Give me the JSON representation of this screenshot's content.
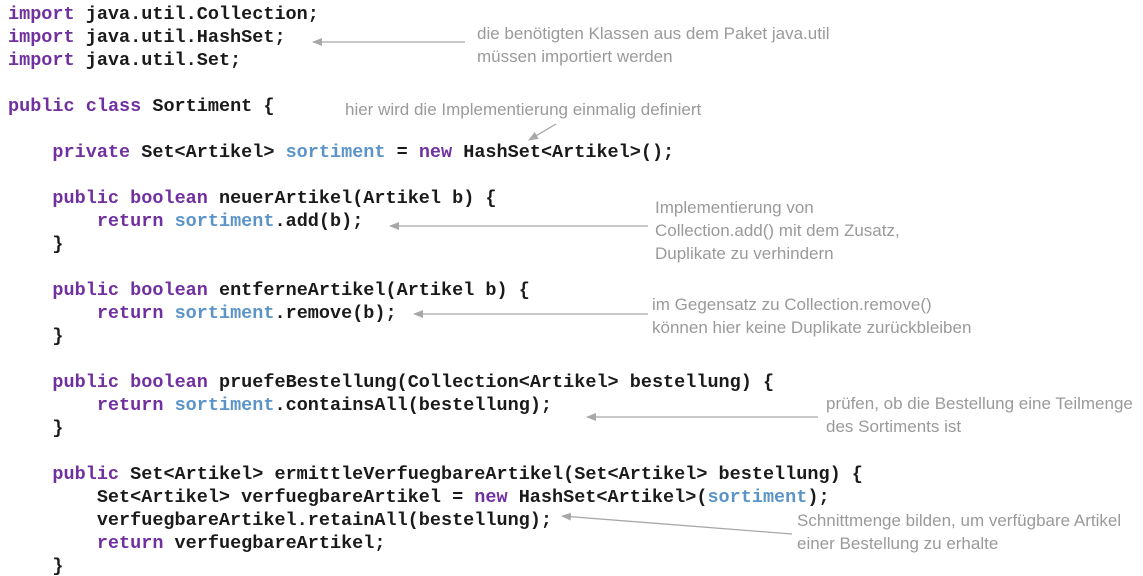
{
  "colors": {
    "keyword": "#7030A0",
    "field": "#5B94C8",
    "code": "#1a1a1a",
    "annotation": "#9a9a9a",
    "arrow": "#a8a8a8"
  },
  "code": {
    "language": "java",
    "lines": [
      [
        [
          "k",
          "import"
        ],
        [
          "p",
          " java.util.Collection;"
        ]
      ],
      [
        [
          "k",
          "import"
        ],
        [
          "p",
          " java.util.HashSet;"
        ]
      ],
      [
        [
          "k",
          "import"
        ],
        [
          "p",
          " java.util.Set;"
        ]
      ],
      [],
      [
        [
          "k",
          "public"
        ],
        [
          "p",
          " "
        ],
        [
          "k",
          "class"
        ],
        [
          "p",
          " Sortiment {"
        ]
      ],
      [],
      [
        [
          "p",
          "    "
        ],
        [
          "k",
          "private"
        ],
        [
          "p",
          " Set<Artikel> "
        ],
        [
          "f",
          "sortiment"
        ],
        [
          "p",
          " = "
        ],
        [
          "k",
          "new"
        ],
        [
          "p",
          " HashSet<Artikel>();"
        ]
      ],
      [],
      [
        [
          "p",
          "    "
        ],
        [
          "k",
          "public"
        ],
        [
          "p",
          " "
        ],
        [
          "k",
          "boolean"
        ],
        [
          "p",
          " neuerArtikel(Artikel b) {"
        ]
      ],
      [
        [
          "p",
          "        "
        ],
        [
          "k",
          "return"
        ],
        [
          "p",
          " "
        ],
        [
          "f",
          "sortiment"
        ],
        [
          "p",
          ".add(b);"
        ]
      ],
      [
        [
          "p",
          "    }"
        ]
      ],
      [],
      [
        [
          "p",
          "    "
        ],
        [
          "k",
          "public"
        ],
        [
          "p",
          " "
        ],
        [
          "k",
          "boolean"
        ],
        [
          "p",
          " entferneArtikel(Artikel b) {"
        ]
      ],
      [
        [
          "p",
          "        "
        ],
        [
          "k",
          "return"
        ],
        [
          "p",
          " "
        ],
        [
          "f",
          "sortiment"
        ],
        [
          "p",
          ".remove(b);"
        ]
      ],
      [
        [
          "p",
          "    }"
        ]
      ],
      [],
      [
        [
          "p",
          "    "
        ],
        [
          "k",
          "public"
        ],
        [
          "p",
          " "
        ],
        [
          "k",
          "boolean"
        ],
        [
          "p",
          " pruefeBestellung(Collection<Artikel> bestellung) {"
        ]
      ],
      [
        [
          "p",
          "        "
        ],
        [
          "k",
          "return"
        ],
        [
          "p",
          " "
        ],
        [
          "f",
          "sortiment"
        ],
        [
          "p",
          ".containsAll(bestellung);"
        ]
      ],
      [
        [
          "p",
          "    }"
        ]
      ],
      [],
      [
        [
          "p",
          "    "
        ],
        [
          "k",
          "public"
        ],
        [
          "p",
          " Set<Artikel> ermittleVerfuegbareArtikel(Set<Artikel> bestellung) {"
        ]
      ],
      [
        [
          "p",
          "        Set<Artikel> verfuegbareArtikel = "
        ],
        [
          "k",
          "new"
        ],
        [
          "p",
          " HashSet<Artikel>("
        ],
        [
          "f",
          "sortiment"
        ],
        [
          "p",
          ");"
        ]
      ],
      [
        [
          "p",
          "        verfuegbareArtikel.retainAll(bestellung);"
        ]
      ],
      [
        [
          "p",
          "        "
        ],
        [
          "k",
          "return"
        ],
        [
          "p",
          " verfuegbareArtikel;"
        ]
      ],
      [
        [
          "p",
          "    }"
        ]
      ]
    ]
  },
  "annotations": [
    {
      "text": "die benötigten Klassen aus dem Paket java.util\nmüssen importiert werden"
    },
    {
      "text": "hier wird die Implementierung einmalig definiert"
    },
    {
      "text": "Implementierung von\nCollection.add() mit dem Zusatz,\nDuplikate zu verhindern"
    },
    {
      "text": "im Gegensatz zu Collection.remove()\nkönnen hier keine Duplikate zurückbleiben"
    },
    {
      "text": "prüfen, ob die Bestellung eine Teilmenge\ndes Sortiments ist"
    },
    {
      "text": "Schnittmenge bilden, um verfügbare Artikel\neiner Bestellung zu erhalte"
    }
  ]
}
